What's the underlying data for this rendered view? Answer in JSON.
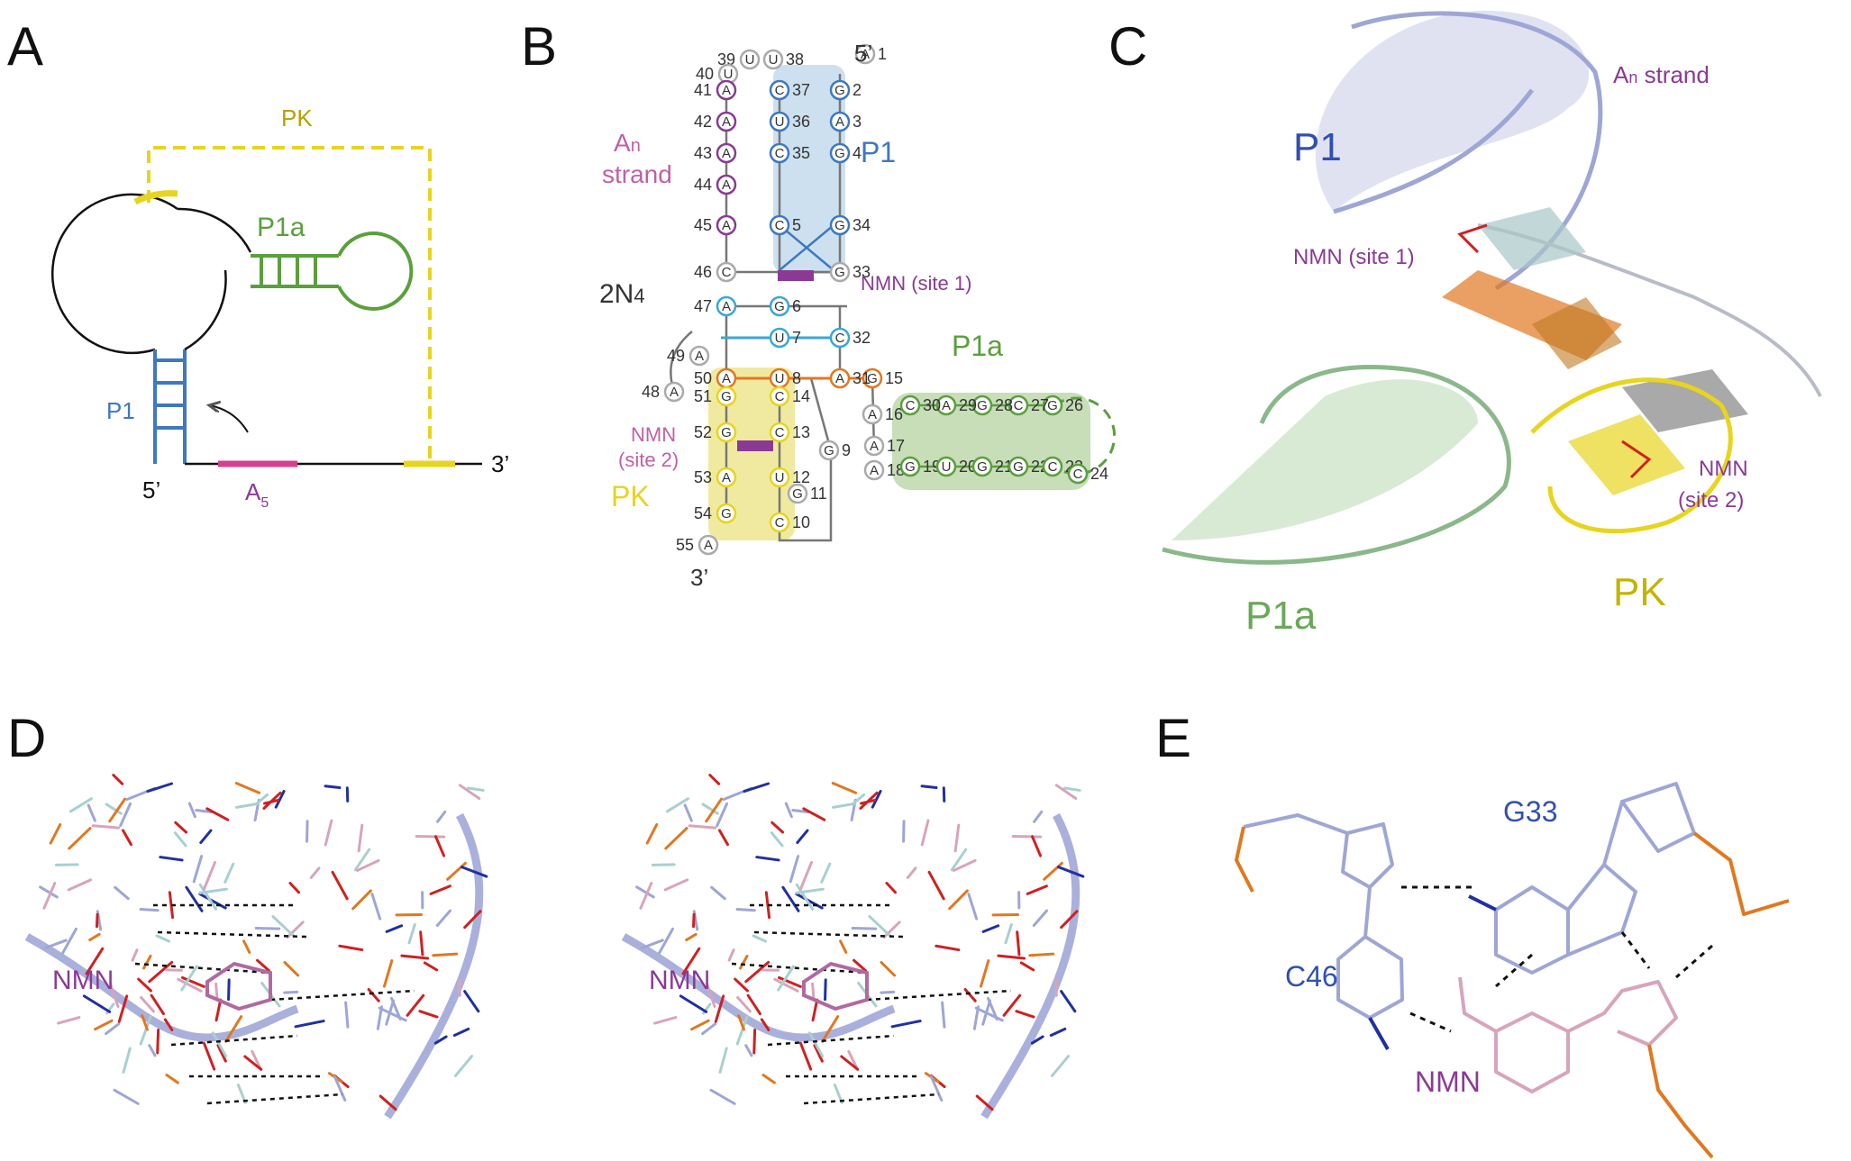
{
  "panels": {
    "a": {
      "letter": "A",
      "labels": {
        "pk": "PK",
        "p1a": "P1a",
        "p1": "P1",
        "five_prime": "5’",
        "three_prime": "3’",
        "a5": "A",
        "a5_sub": "5"
      }
    },
    "b": {
      "letter": "B",
      "labels": {
        "five_prime": "5’",
        "three_prime": "3’",
        "an": "A",
        "an_sub": "n",
        "an_strand": "strand",
        "p1": "P1",
        "p1a": "P1a",
        "pk": "PK",
        "twoN": "2N",
        "twoN_sub": "4",
        "nmn_site1": "NMN (site 1)",
        "nmn_site2_a": "NMN",
        "nmn_site2_b": "(site 2)"
      },
      "nucleotides": [
        {
          "num": "1",
          "base": "A"
        },
        {
          "num": "2",
          "base": "G"
        },
        {
          "num": "3",
          "base": "A"
        },
        {
          "num": "4",
          "base": "G"
        },
        {
          "num": "5",
          "base": "C"
        },
        {
          "num": "6",
          "base": "G"
        },
        {
          "num": "7",
          "base": "U"
        },
        {
          "num": "8",
          "base": "U"
        },
        {
          "num": "9",
          "base": "G"
        },
        {
          "num": "10",
          "base": "C"
        },
        {
          "num": "11",
          "base": "G"
        },
        {
          "num": "12",
          "base": "U"
        },
        {
          "num": "13",
          "base": "C"
        },
        {
          "num": "14",
          "base": "C"
        },
        {
          "num": "15",
          "base": "G"
        },
        {
          "num": "16",
          "base": "A"
        },
        {
          "num": "17",
          "base": "A"
        },
        {
          "num": "18",
          "base": "A"
        },
        {
          "num": "19",
          "base": "G"
        },
        {
          "num": "20",
          "base": "U"
        },
        {
          "num": "21",
          "base": "G"
        },
        {
          "num": "22",
          "base": "G"
        },
        {
          "num": "23",
          "base": "C"
        },
        {
          "num": "24",
          "base": "C"
        },
        {
          "num": "26",
          "base": "G"
        },
        {
          "num": "27",
          "base": "C"
        },
        {
          "num": "28",
          "base": "G"
        },
        {
          "num": "29",
          "base": "A"
        },
        {
          "num": "30",
          "base": "C"
        },
        {
          "num": "31",
          "base": "A"
        },
        {
          "num": "32",
          "base": "C"
        },
        {
          "num": "33",
          "base": "G"
        },
        {
          "num": "34",
          "base": "G"
        },
        {
          "num": "35",
          "base": "C"
        },
        {
          "num": "36",
          "base": "U"
        },
        {
          "num": "37",
          "base": "C"
        },
        {
          "num": "38",
          "base": "U"
        },
        {
          "num": "39",
          "base": "U"
        },
        {
          "num": "40",
          "base": "U"
        },
        {
          "num": "41",
          "base": "A"
        },
        {
          "num": "42",
          "base": "A"
        },
        {
          "num": "43",
          "base": "A"
        },
        {
          "num": "44",
          "base": "A"
        },
        {
          "num": "45",
          "base": "A"
        },
        {
          "num": "46",
          "base": "C"
        },
        {
          "num": "47",
          "base": "A"
        },
        {
          "num": "48",
          "base": "A"
        },
        {
          "num": "49",
          "base": "A"
        },
        {
          "num": "50",
          "base": "A"
        },
        {
          "num": "51",
          "base": "G"
        },
        {
          "num": "52",
          "base": "G"
        },
        {
          "num": "53",
          "base": "A"
        },
        {
          "num": "54",
          "base": "G"
        },
        {
          "num": "55",
          "base": "A"
        }
      ]
    },
    "c": {
      "letter": "C",
      "labels": {
        "p1": "P1",
        "an": "A",
        "an_sub": "n",
        "an_strand": " strand",
        "nmn_site1": "NMN (site 1)",
        "nmn_site2_a": "NMN",
        "nmn_site2_b": "(site 2)",
        "p1a": "P1a",
        "pk": "PK"
      }
    },
    "d": {
      "letter": "D",
      "labels": {
        "nmn": "NMN"
      }
    },
    "e": {
      "letter": "E",
      "labels": {
        "g33": "G33",
        "c46": "C46",
        "nmn": "NMN"
      }
    }
  },
  "colors": {
    "p1": "#3e78c0",
    "p1a": "#5aa03c",
    "pk": "#e8d41e",
    "an": "#8a3a94",
    "nmn": "#8a3a94",
    "junction": "#e07820",
    "cyan": "#39a7d6",
    "p1_cartoon": "#9ea6d6",
    "nmn_stick": "#d8a4bc",
    "oxygen": "#d02020",
    "nitrogen": "#2030a0",
    "phosphorus": "#e08020"
  }
}
